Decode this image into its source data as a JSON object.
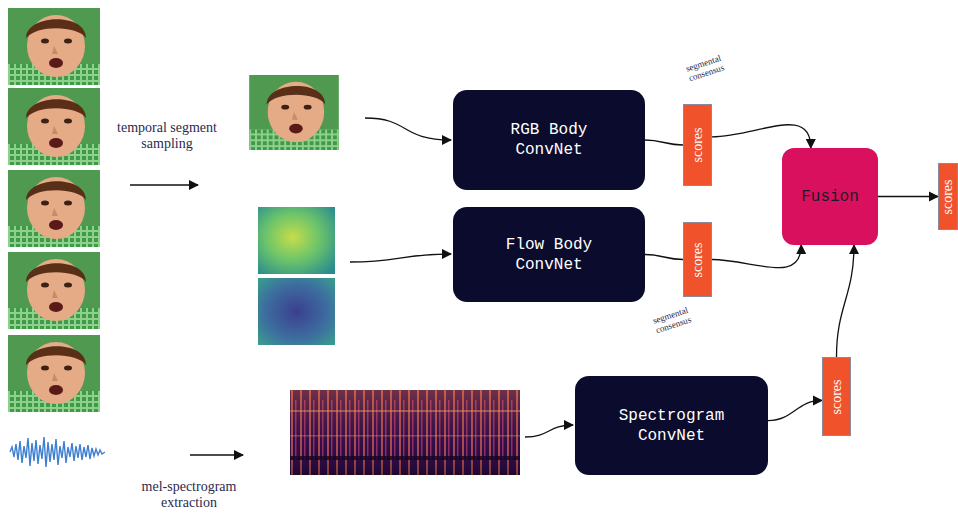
{
  "diagram": {
    "nodes": [
      {
        "text": [
          "RGB Body ConvNet"
        ]
      },
      {
        "text": [
          "scores"
        ]
      },
      {
        "text": [
          "Flow Body ConvNet"
        ]
      },
      {
        "text": [
          "scores"
        ]
      },
      {
        "text": [
          "Fusion"
        ]
      },
      {
        "text": [
          "scores"
        ]
      },
      {
        "text": [
          "Spectrogram ConvNet"
        ]
      },
      {
        "text": [
          "scores"
        ]
      }
    ],
    "edges": [
      {
        "from": 0,
        "to": 1,
        "arrow": "none"
      },
      {
        "from": 1,
        "to": 4,
        "arrow": "to"
      },
      {
        "from": 2,
        "to": 3,
        "arrow": "none"
      },
      {
        "from": 3,
        "to": 4,
        "arrow": "to"
      },
      {
        "from": 6,
        "to": 7,
        "arrow": "to"
      },
      {
        "from": 7,
        "to": 4,
        "arrow": "to"
      },
      {
        "from": 4,
        "to": 5,
        "arrow": "to"
      }
    ],
    "labels": [
      "temporal segment sampling",
      "segmental consensus",
      "segmental consensus",
      "mel-spectrogram extraction"
    ]
  }
}
